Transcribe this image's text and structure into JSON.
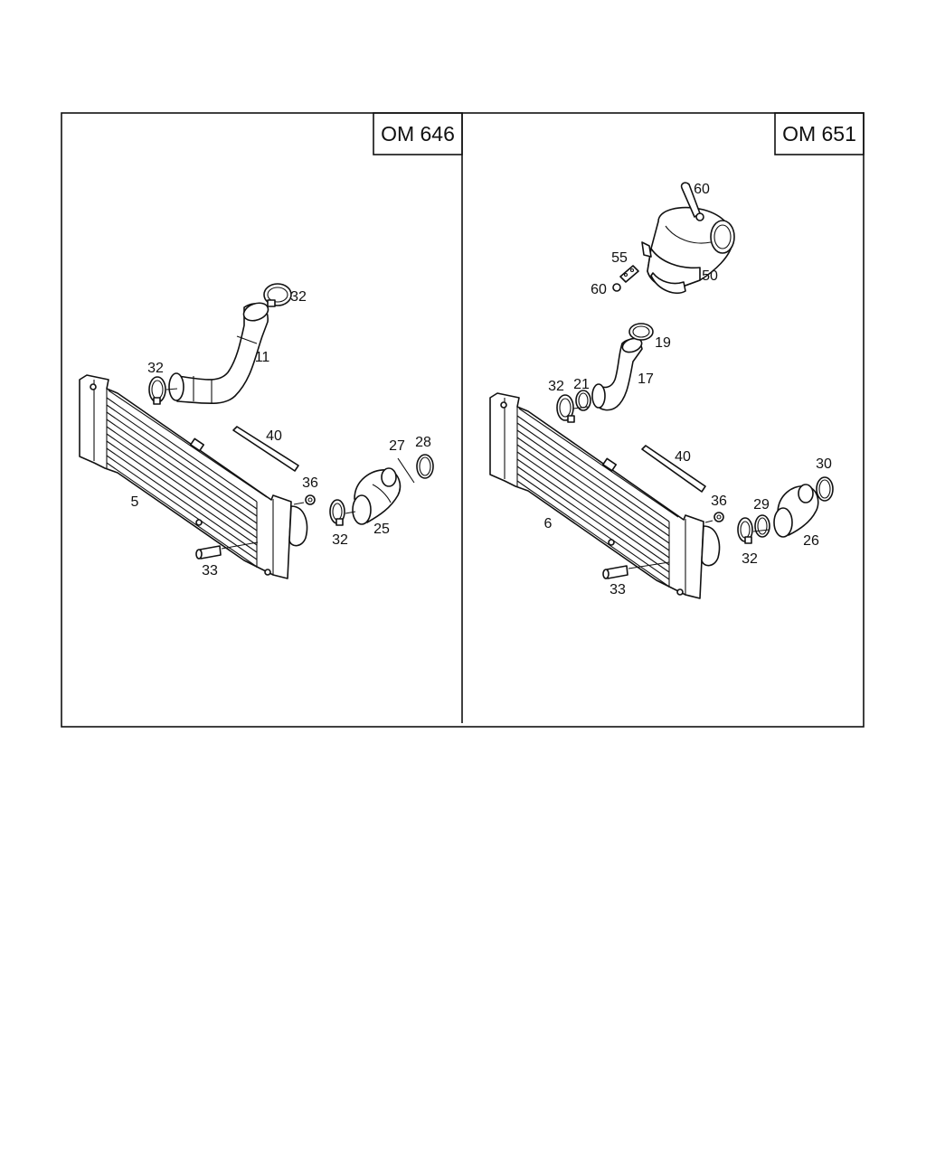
{
  "panels": [
    {
      "title": "OM 646",
      "labels": [
        "32",
        "11",
        "32",
        "40",
        "27",
        "28",
        "36",
        "5",
        "25",
        "32",
        "33"
      ]
    },
    {
      "title": "OM 651",
      "labels": [
        "60",
        "55",
        "60",
        "50",
        "19",
        "21",
        "32",
        "17",
        "40",
        "36",
        "29",
        "30",
        "6",
        "32",
        "26",
        "33"
      ]
    }
  ]
}
